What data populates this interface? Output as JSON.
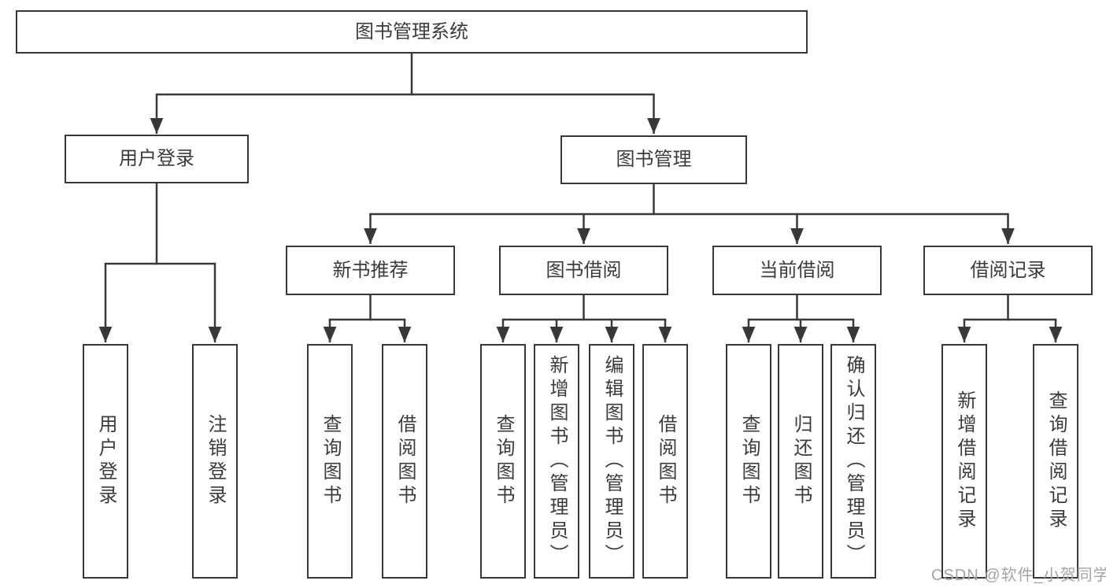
{
  "tree": {
    "label": "图书管理系统",
    "children": [
      {
        "label": "用户登录",
        "children": [
          {
            "label": "用户登录"
          },
          {
            "label": "注销登录"
          }
        ]
      },
      {
        "label": "图书管理",
        "children": [
          {
            "label": "新书推荐",
            "children": [
              {
                "label": "查询图书"
              },
              {
                "label": "借阅图书"
              }
            ]
          },
          {
            "label": "图书借阅",
            "children": [
              {
                "label": "查询图书"
              },
              {
                "label": "新增图书（管理员）"
              },
              {
                "label": "编辑图书（管理员）"
              },
              {
                "label": "借阅图书"
              }
            ]
          },
          {
            "label": "当前借阅",
            "children": [
              {
                "label": "查询图书"
              },
              {
                "label": "归还图书"
              },
              {
                "label": "确认归还（管理员）"
              }
            ]
          },
          {
            "label": "借阅记录",
            "children": [
              {
                "label": "新增借阅记录"
              },
              {
                "label": "查询借阅记录"
              }
            ]
          }
        ]
      }
    ]
  },
  "watermark": "CSDN @软件_小贺同学",
  "colors": {
    "line": "#383838",
    "text": "#3b3b3b",
    "watermark": "#a3a3a8",
    "background": "#ffffff"
  }
}
